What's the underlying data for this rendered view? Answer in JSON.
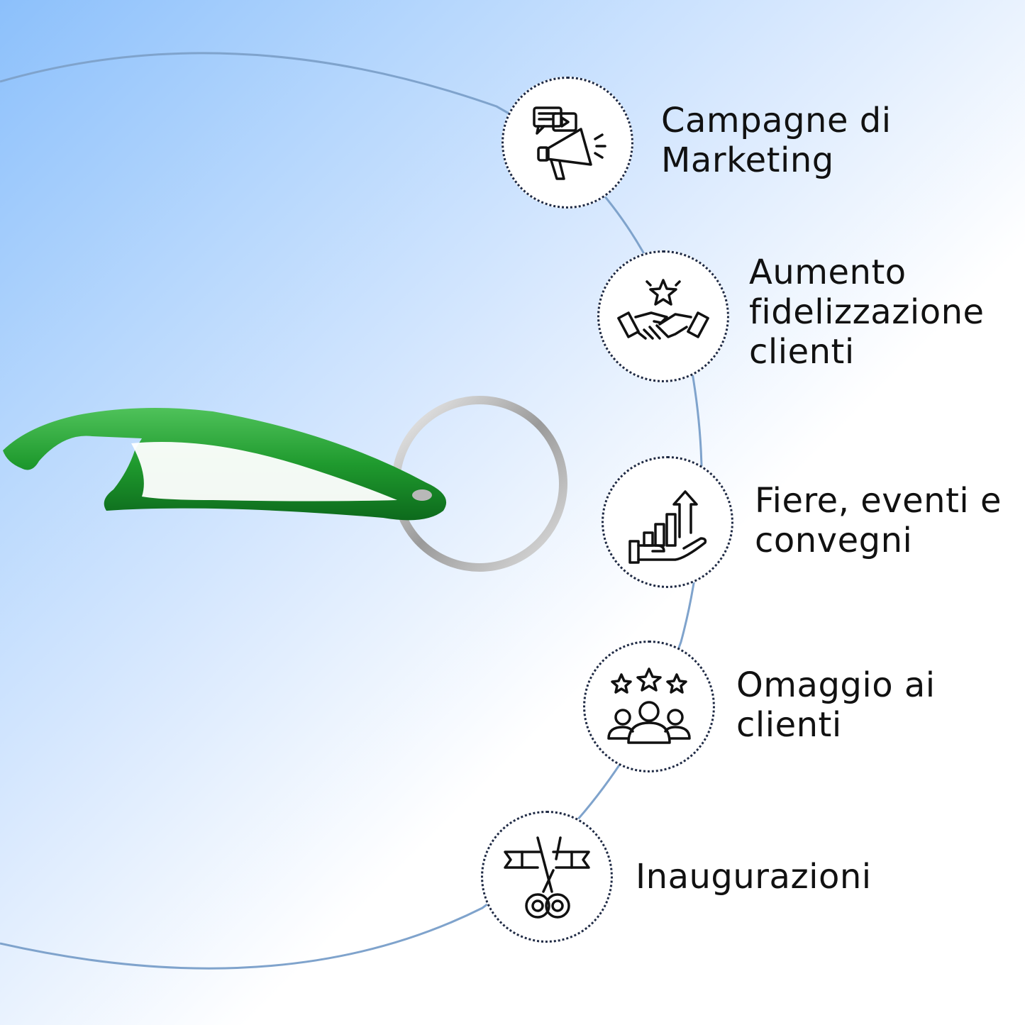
{
  "colors": {
    "accent_arc": "#7fa3cc",
    "product_green": "#1f9a2e",
    "icon_stroke": "#111111",
    "circle_border": "#1f2a44"
  },
  "features": [
    {
      "label": "Campagne di\nMarketing",
      "icon": "megaphone-icon"
    },
    {
      "label": "Aumento\nfidelizzazione\nclienti",
      "icon": "handshake-star-icon"
    },
    {
      "label": "Fiere, eventi e\nconvegni",
      "icon": "growth-chart-hand-icon"
    },
    {
      "label": "Omaggio ai\nclienti",
      "icon": "customers-stars-icon"
    },
    {
      "label": "Inaugurazioni",
      "icon": "ribbon-scissors-icon"
    }
  ]
}
